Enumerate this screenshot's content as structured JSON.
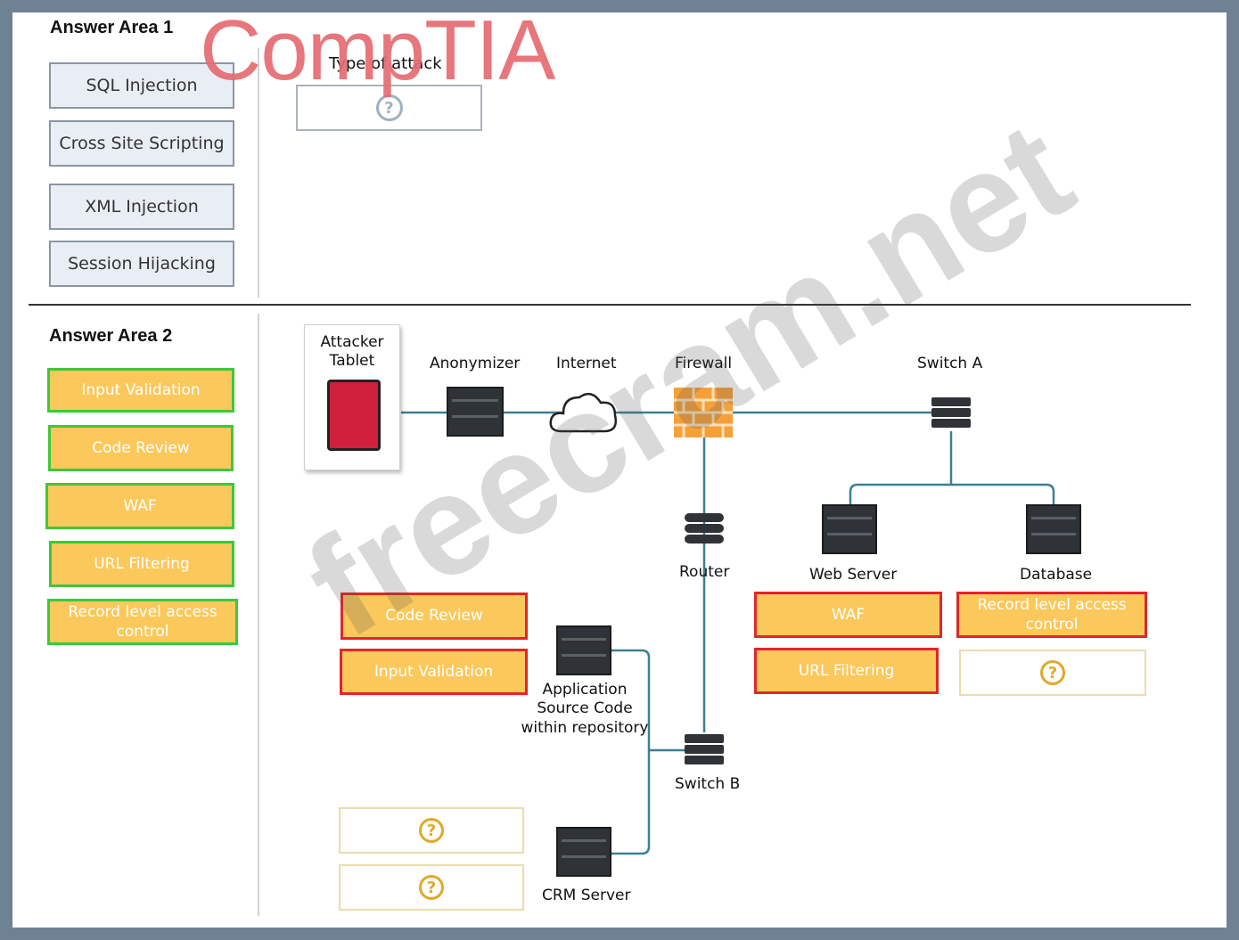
{
  "area1": {
    "heading": "Answer Area 1",
    "options": [
      "SQL Injection",
      "Cross Site Scripting",
      "XML Injection",
      "Session Hijacking"
    ],
    "type_label": "Type of attack"
  },
  "area2": {
    "heading": "Answer Area 2",
    "controls": [
      "Input Validation",
      "Code Review",
      "WAF",
      "URL Filtering",
      "Record level access control"
    ]
  },
  "diagram": {
    "nodes": {
      "attacker": "Attacker Tablet",
      "anonymizer": "Anonymizer",
      "internet": "Internet",
      "firewall": "Firewall",
      "switch_a": "Switch A",
      "router": "Router",
      "web_server": "Web Server",
      "database": "Database",
      "app_source": "Application Source Code within repository",
      "switch_b": "Switch B",
      "crm": "CRM Server"
    },
    "placed": {
      "app_code_review": "Code Review",
      "app_input_validation": "Input Validation",
      "web_waf": "WAF",
      "web_url_filtering": "URL Filtering",
      "db_record": "Record level access control"
    },
    "unknown_mark": "?"
  },
  "watermarks": {
    "brand": "CompTIA",
    "site": "freecram.net"
  },
  "colors": {
    "control_fill": "#fbc85c",
    "correct_border": "#3ec83a",
    "wrong_border": "#e2262a",
    "option_fill": "#e9eef5"
  }
}
